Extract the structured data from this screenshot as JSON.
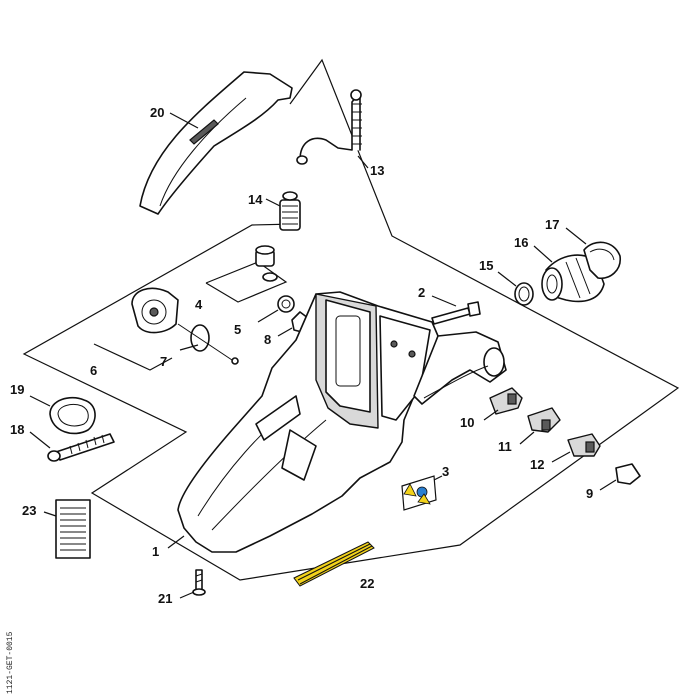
{
  "labels": {
    "p1": "1",
    "p2": "2",
    "p3": "3",
    "p4": "4",
    "p5": "5",
    "p6": "6",
    "p7": "7",
    "p8": "8",
    "p9": "9",
    "p10": "10",
    "p11": "11",
    "p12": "12",
    "p13": "13",
    "p14": "14",
    "p15": "15",
    "p16": "16",
    "p17": "17",
    "p18": "18",
    "p19": "19",
    "p20": "20",
    "p21": "21",
    "p22": "22",
    "p23": "23"
  },
  "drawing_code": "1121-GET-0015",
  "colors": {
    "line": "#111111",
    "fill": "#ffffff",
    "decal_yellow": "#f2d21b",
    "decal_blue": "#2a7fd1"
  }
}
